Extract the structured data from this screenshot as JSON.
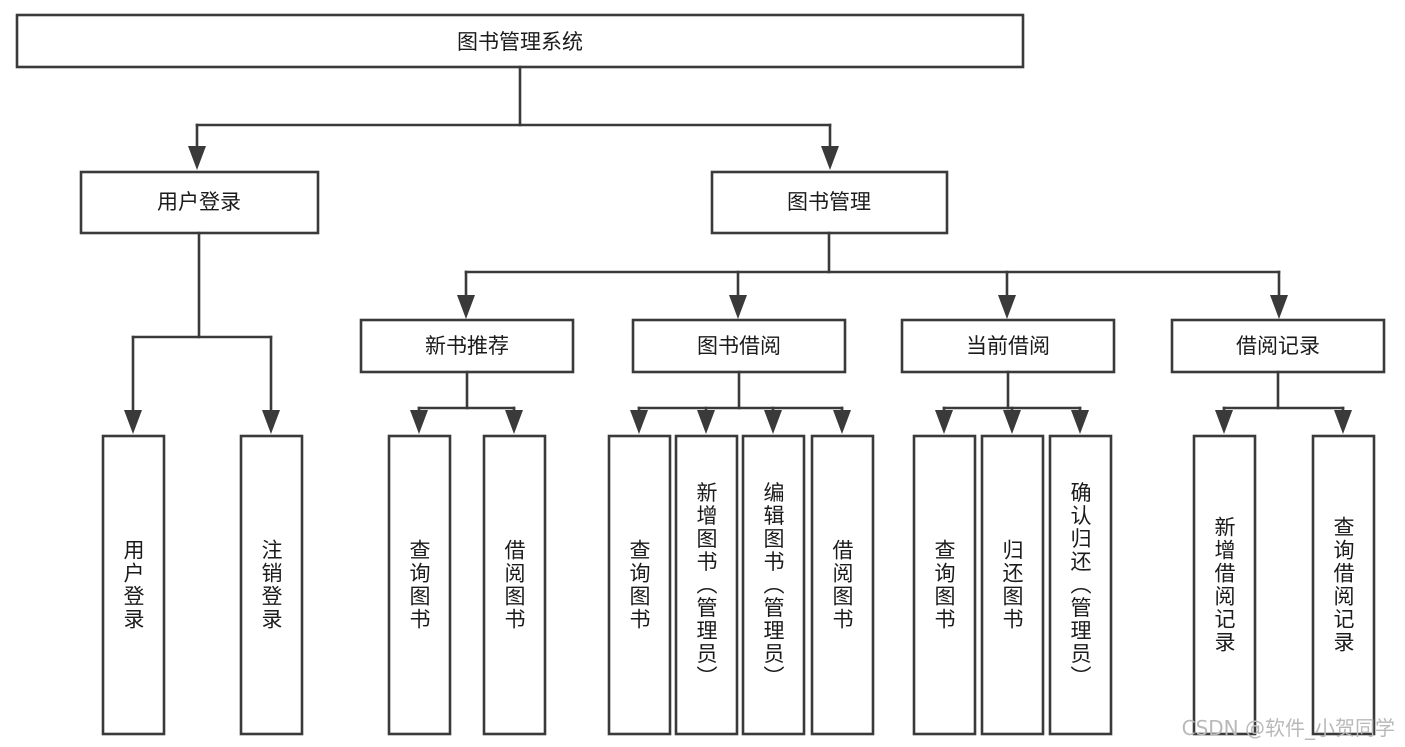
{
  "diagram": {
    "title": "图书管理系统",
    "type": "tree-hierarchy",
    "watermark": "CSDN @软件_小贺同学",
    "colors": {
      "stroke": "#3a3a3a",
      "fill": "#ffffff",
      "text": "#1b1b1b",
      "watermark": "#b9b9b9",
      "background": "#ffffff"
    },
    "root": {
      "label": "图书管理系统"
    },
    "level2": [
      {
        "label": "用户登录"
      },
      {
        "label": "图书管理"
      }
    ],
    "level3": [
      {
        "label": "新书推荐"
      },
      {
        "label": "图书借阅"
      },
      {
        "label": "当前借阅"
      },
      {
        "label": "借阅记录"
      }
    ],
    "leaves": {
      "user_login": [
        {
          "label": "用户登录"
        },
        {
          "label": "注销登录"
        }
      ],
      "new_book_recommend": [
        {
          "label": "查询图书"
        },
        {
          "label": "借阅图书"
        }
      ],
      "book_borrow": [
        {
          "label": "查询图书"
        },
        {
          "label": "新增图书（管理员）"
        },
        {
          "label": "编辑图书（管理员）"
        },
        {
          "label": "借阅图书"
        }
      ],
      "current_borrow": [
        {
          "label": "查询图书"
        },
        {
          "label": "归还图书"
        },
        {
          "label": "确认归还（管理员）"
        }
      ],
      "borrow_record": [
        {
          "label": "新增借阅记录"
        },
        {
          "label": "查询借阅记录"
        }
      ]
    }
  }
}
